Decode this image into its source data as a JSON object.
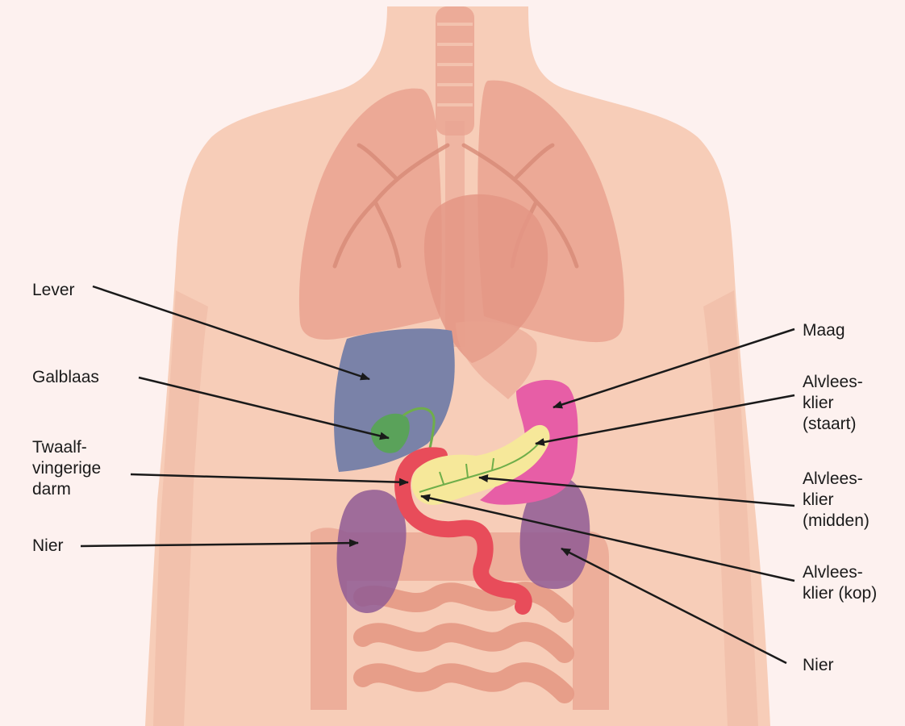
{
  "labels": {
    "lever": [
      "Lever"
    ],
    "galblaas": [
      "Galblaas"
    ],
    "twaalfvingerige_darm": [
      "Twaalf-",
      "vingerige",
      "darm"
    ],
    "nier_left": [
      "Nier"
    ],
    "maag": [
      "Maag"
    ],
    "alvleesklier_staart": [
      "Alvlees-",
      "klier",
      "(staart)"
    ],
    "alvleesklier_midden": [
      "Alvlees-",
      "klier",
      "(midden)"
    ],
    "alvleesklier_kop": [
      "Alvlees-",
      "klier (kop)"
    ],
    "nier_right": [
      "Nier"
    ]
  },
  "colors": {
    "background": "#fdf1ef",
    "skin": "#f7cdb8",
    "skin_shadow": "#efb9a3",
    "lungs": "#eaa592",
    "lung_lines": "#d88b78",
    "heart": "#e49685",
    "intestine": "#eba894",
    "liver": "#7a82a8",
    "gallbladder": "#5aa25a",
    "stomach": "#e75ea6",
    "duodenum": "#e84c5a",
    "pancreas": "#f6e89a",
    "kidney": "#8f5a94",
    "bile_duct": "#6fae4a",
    "arrow": "#1a1a1a"
  }
}
